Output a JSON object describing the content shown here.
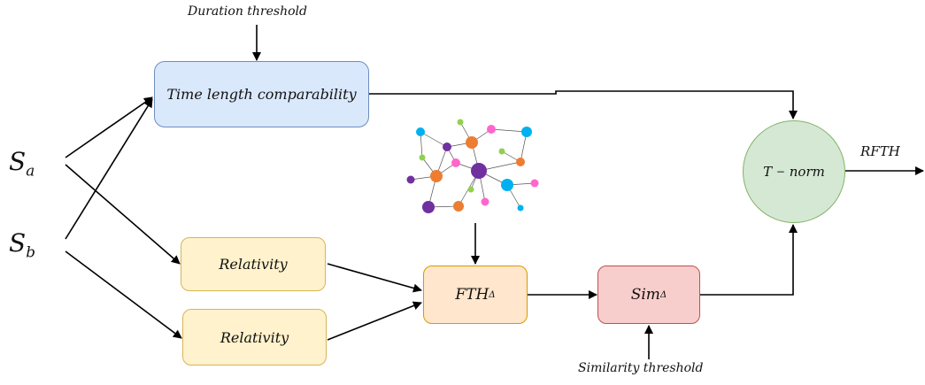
{
  "inputs": {
    "sa": {
      "main": "S",
      "sub": "a"
    },
    "sb": {
      "main": "S",
      "sub": "b"
    }
  },
  "nodes": {
    "time_length": "Time length comparability",
    "relativity_1": "Relativity",
    "relativity_2": "Relativity",
    "fth": {
      "main": "FTH",
      "sub": "Δ"
    },
    "sim": {
      "main": "Sim",
      "sub": "Δ"
    },
    "tnorm": {
      "left": "T",
      "op": "−",
      "right": "norm"
    }
  },
  "labels": {
    "duration_threshold": "Duration threshold",
    "similarity_threshold": "Similarity threshold",
    "output": "RFTH"
  },
  "colors": {
    "blue_fill": "#dae8fc",
    "blue_stroke": "#6c8ebf",
    "yellow_fill": "#fff2cc",
    "yellow_stroke": "#d6b656",
    "orange_fill": "#ffe6cc",
    "orange_stroke": "#d79b00",
    "red_fill": "#f8cecc",
    "red_stroke": "#b85450",
    "green_fill": "#d5e8d4",
    "green_stroke": "#82b366"
  },
  "network_graphic": {
    "node_colors": [
      "#7030a0",
      "#ed7d31",
      "#00b0f0",
      "#92d050",
      "#ff66cc"
    ]
  }
}
